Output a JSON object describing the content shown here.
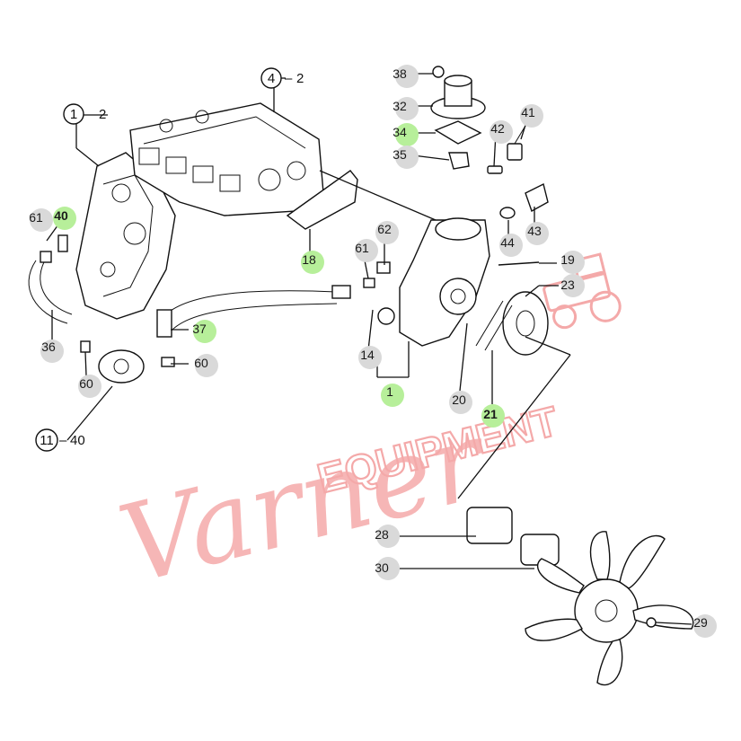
{
  "watermark": {
    "script_text": "Varner",
    "block_text": "EQUIPMENT",
    "color": "#f4a9a9"
  },
  "reference_labels": [
    {
      "num": "1",
      "sub": "2"
    },
    {
      "num": "4",
      "sub": "2"
    },
    {
      "num": "11",
      "sub": "40"
    }
  ],
  "callouts": [
    {
      "id": "38",
      "highlight": false
    },
    {
      "id": "32",
      "highlight": false
    },
    {
      "id": "34",
      "highlight": true
    },
    {
      "id": "35",
      "highlight": false
    },
    {
      "id": "41",
      "highlight": false
    },
    {
      "id": "42",
      "highlight": false
    },
    {
      "id": "61",
      "highlight": false
    },
    {
      "id": "40",
      "highlight": true
    },
    {
      "id": "62",
      "highlight": false
    },
    {
      "id": "18",
      "highlight": true
    },
    {
      "id": "61",
      "highlight": false
    },
    {
      "id": "44",
      "highlight": false
    },
    {
      "id": "43",
      "highlight": false
    },
    {
      "id": "19",
      "highlight": false
    },
    {
      "id": "23",
      "highlight": false
    },
    {
      "id": "37",
      "highlight": true
    },
    {
      "id": "36",
      "highlight": false
    },
    {
      "id": "14",
      "highlight": false
    },
    {
      "id": "60",
      "highlight": false
    },
    {
      "id": "60",
      "highlight": false
    },
    {
      "id": "1",
      "highlight": true
    },
    {
      "id": "20",
      "highlight": false
    },
    {
      "id": "21",
      "highlight": true
    },
    {
      "id": "28",
      "highlight": false
    },
    {
      "id": "30",
      "highlight": false
    },
    {
      "id": "29",
      "highlight": false
    }
  ],
  "colors": {
    "line": "#111111",
    "bubble": "#d9d9d9",
    "highlight_bubble": "#b7ef9a"
  }
}
